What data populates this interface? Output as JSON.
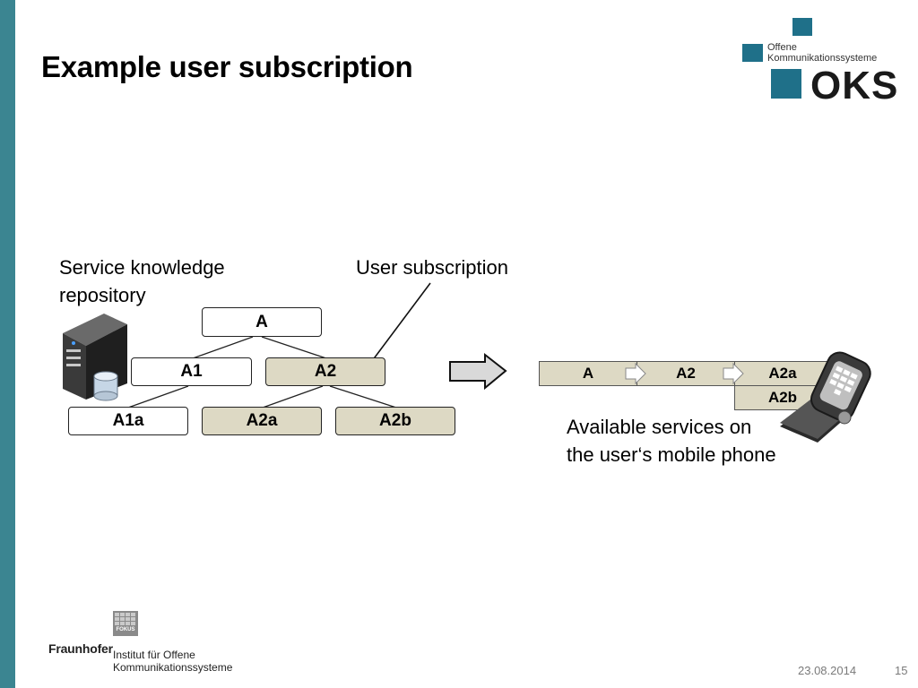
{
  "slide": {
    "title": "Example user subscription",
    "date": "23.08.2014",
    "page_number": "15"
  },
  "logo": {
    "line1": "Offene",
    "line2": "Kommunikationssysteme",
    "wordmark": "OKS",
    "color": "#1f7089"
  },
  "diagram": {
    "repository_label_line1": "Service knowledge",
    "repository_label_line2": "repository",
    "subscription_label": "User subscription",
    "tree": {
      "root": "A",
      "level1": [
        "A1",
        "A2"
      ],
      "level2": [
        "A1a",
        "A2a",
        "A2b"
      ]
    },
    "subscribed_nodes": [
      "A2",
      "A2a",
      "A2b"
    ],
    "available_bar": [
      "A",
      "A2",
      "A2a"
    ],
    "available_extra": "A2b",
    "available_label_line1": "Available services on",
    "available_label_line2": "the user‘s mobile phone",
    "highlight_color": "#ddd9c4"
  },
  "footer": {
    "org": "Fraunhofer",
    "institute_line1": "Institut für Offene",
    "institute_line2": "Kommunikationssysteme",
    "badge": "FOKUS"
  }
}
